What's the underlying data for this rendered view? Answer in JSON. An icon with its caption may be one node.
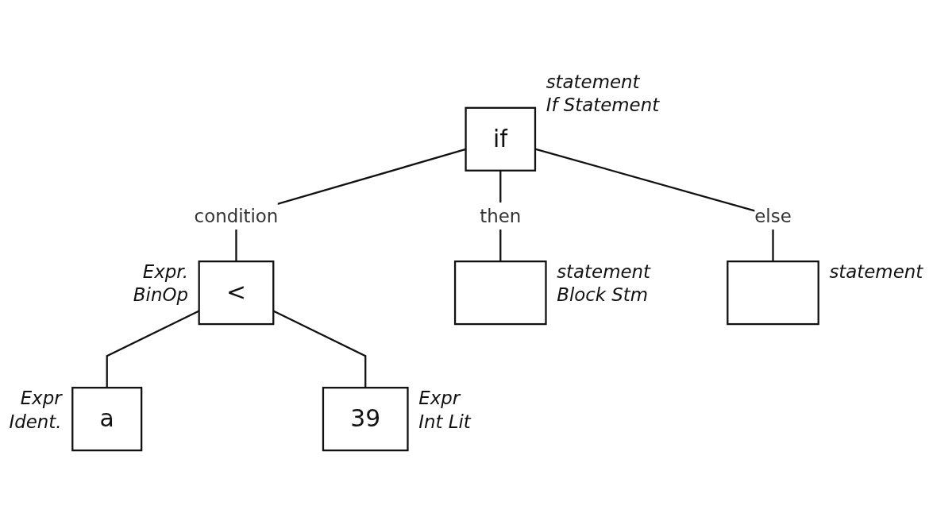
{
  "diagram": {
    "nodes": [
      {
        "text": [
          "if"
        ],
        "beside": [
          "statement",
          "If Statement"
        ]
      },
      {
        "text": [
          "<"
        ],
        "beside": [
          "Expr.",
          "BinOp"
        ]
      },
      {
        "text": [],
        "shape": "box",
        "beside": [
          "statement",
          "Block Stm"
        ]
      },
      {
        "text": [],
        "shape": "box",
        "beside": [
          "statement"
        ]
      },
      {
        "text": [
          "a"
        ],
        "beside": [
          "Expr",
          "Ident."
        ]
      },
      {
        "text": [
          "39"
        ],
        "beside": [
          "Expr",
          "Int Lit"
        ]
      }
    ],
    "edges": [
      {
        "from": 0,
        "to": 1,
        "arrow": "none",
        "label": "condition"
      },
      {
        "from": 0,
        "to": 2,
        "arrow": "none",
        "label": "then"
      },
      {
        "from": 0,
        "to": 3,
        "arrow": "none",
        "label": "else"
      },
      {
        "from": 1,
        "to": 4,
        "arrow": "none"
      },
      {
        "from": 1,
        "to": 5,
        "arrow": "none"
      }
    ]
  }
}
